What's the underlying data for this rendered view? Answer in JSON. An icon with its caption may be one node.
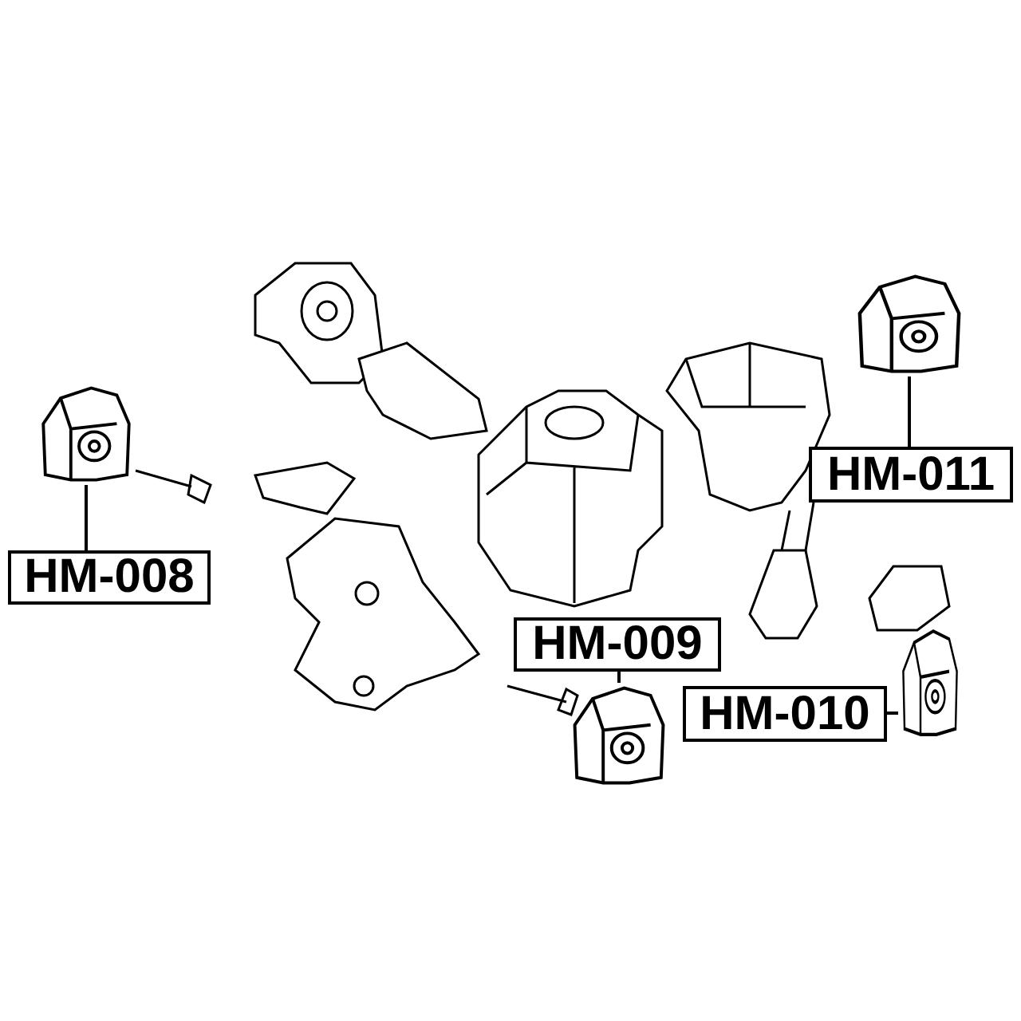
{
  "diagram": {
    "nodes": [
      {
        "text": [
          "HM-008"
        ]
      },
      {
        "text": [],
        "shape": "picture"
      },
      {
        "text": [
          "HM-009"
        ]
      },
      {
        "text": [],
        "shape": "picture"
      },
      {
        "text": [
          "HM-010"
        ]
      },
      {
        "text": [],
        "shape": "picture"
      },
      {
        "text": [
          "HM-011"
        ]
      },
      {
        "text": [],
        "shape": "picture"
      }
    ],
    "edges": [
      {
        "from": 0,
        "to": 1,
        "arrow": "none"
      },
      {
        "from": 2,
        "to": 3,
        "arrow": "none"
      },
      {
        "from": 4,
        "to": 5,
        "arrow": "none"
      },
      {
        "from": 6,
        "to": 7,
        "arrow": "none"
      }
    ]
  }
}
